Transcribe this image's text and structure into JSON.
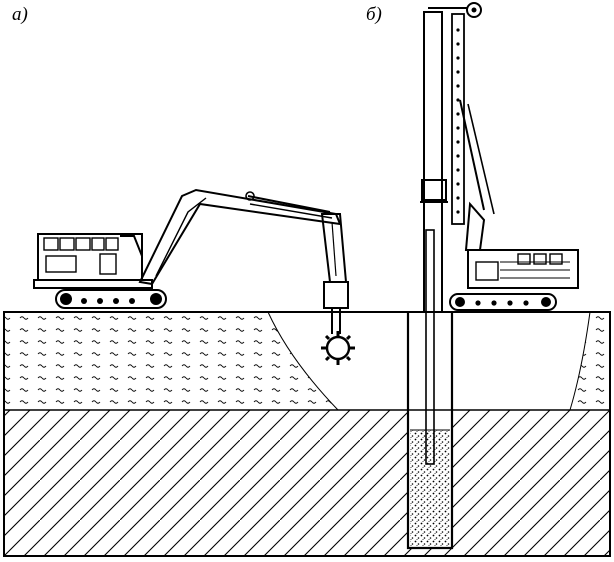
{
  "labels": {
    "a": "а)",
    "b": "б)"
  },
  "colors": {
    "ink": "#000000",
    "paper": "#ffffff"
  },
  "layers": [
    "water-saturated-soil",
    "improved-soil",
    "clay-bedrock",
    "concrete-fill"
  ],
  "machines": [
    "excavator-with-cutter-head",
    "pile-driving-rig"
  ]
}
